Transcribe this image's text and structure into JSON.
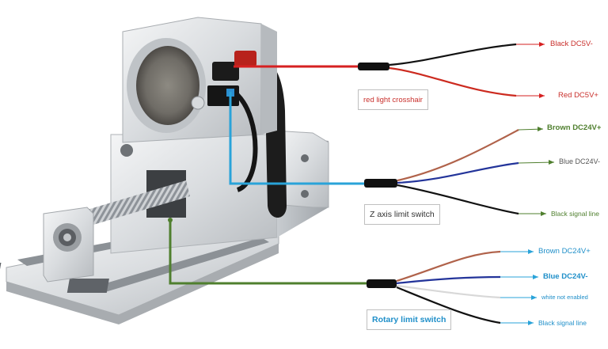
{
  "colors": {
    "red": "#d62021",
    "blue": "#29a3d9",
    "green": "#4f7f2e",
    "red_text": "#c9302c",
    "green_text": "#4f7f2e",
    "blue_text": "#1f8fc9",
    "black_text": "#333333",
    "wire_black": "#111111",
    "wire_red": "#cc2a1f",
    "wire_brown": "#b0624a",
    "wire_blue": "#23349a",
    "wire_white": "#e6e6e6"
  },
  "callouts": {
    "red_light": "red light crosshair",
    "z_axis": "Z axis limit switch",
    "rotary": "Rotary limit switch"
  },
  "wires": {
    "red_light": {
      "black": "Black DC5V-",
      "red": "Red DC5V+"
    },
    "z_axis": {
      "brown": "Brown DC24V+",
      "blue": "Blue DC24V-",
      "black": "Black signal line"
    },
    "rotary": {
      "brown": "Brown DC24V+",
      "blue": "Blue DC24V-",
      "white": "white not enabled",
      "black": "Black signal line"
    }
  }
}
